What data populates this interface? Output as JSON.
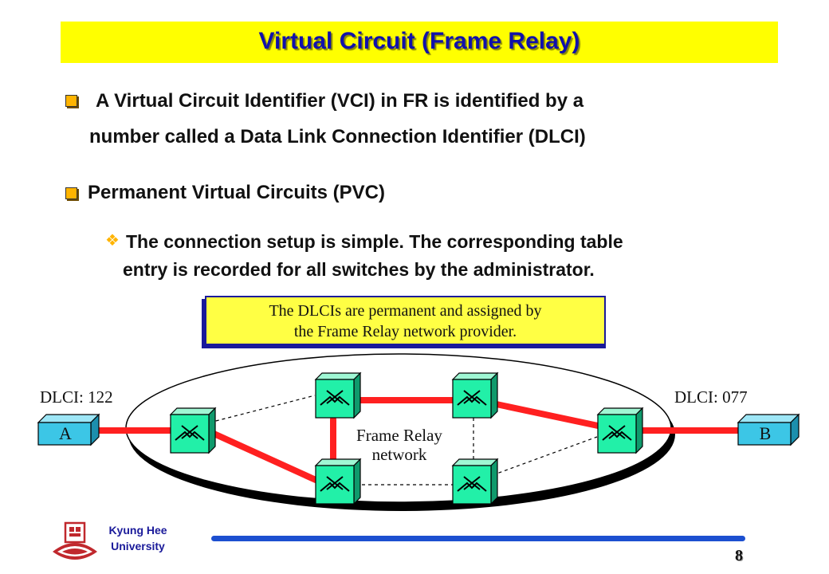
{
  "slide": {
    "title": "Virtual Circuit (Frame Relay)",
    "bullet1": {
      "line1": "A Virtual Circuit Identifier (VCI) in FR is identified by a",
      "line2": "number called a Data Link Connection Identifier (DLCI)"
    },
    "bullet2": "Permanent Virtual Circuits (PVC)",
    "sub_bullet": {
      "line1": "The connection setup is simple. The corresponding table",
      "line2": "entry is recorded for all switches by the administrator."
    }
  },
  "callout": {
    "line1": "The DLCIs are permanent and assigned by",
    "line2": "the Frame Relay network provider."
  },
  "diagram": {
    "left_dlci": "DLCI: 122",
    "right_dlci": "DLCI: 077",
    "host_a": "A",
    "host_b": "B",
    "network_line1": "Frame Relay",
    "network_line2": "network",
    "colors": {
      "link": "#ff2020",
      "switch": "#22f0a8",
      "host": "#3cc6e6",
      "callout": "#ffff44",
      "title_bar": "#ffff00"
    }
  },
  "footer": {
    "university_line1": "Kyung Hee",
    "university_line2": "University",
    "page_number": "8"
  }
}
